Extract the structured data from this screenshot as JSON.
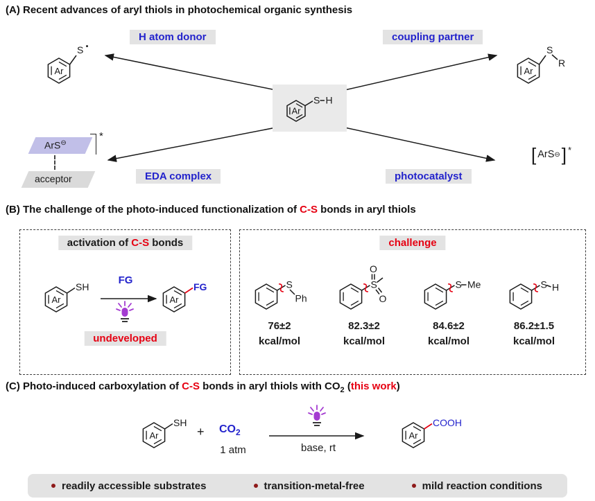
{
  "colors": {
    "accent_blue": "#2323cc",
    "accent_red": "#e60012",
    "lamp_purple": "#a43bd1",
    "bullet_maroon": "#8e1a1a",
    "panel_gray": "#e3e3e3",
    "eda_donor_purple": "#c1bfe8",
    "eda_acceptor_gray": "#dadada"
  },
  "section_a": {
    "title": "(A) Recent advances of aryl thiols in photochemical organic synthesis",
    "arrow_labels": {
      "top_left": "H atom donor",
      "top_right": "coupling partner",
      "bottom_left": "EDA complex",
      "bottom_right": "photocatalyst"
    },
    "thiol": {
      "ring": "Ar",
      "s": "S",
      "h": "H"
    },
    "thiyl": {
      "ring": "Ar",
      "s": "S",
      "dot": "·"
    },
    "thioether": {
      "ring": "Ar",
      "s": "S",
      "r": "R"
    },
    "eda": {
      "donor": "ArS",
      "charge": "⊖",
      "star": "*",
      "acceptor": "acceptor"
    },
    "excited": {
      "open": "[",
      "species": "ArS",
      "charge": "⊖",
      "close": "]",
      "star": "*"
    }
  },
  "section_b": {
    "title": {
      "pre": "(B) The challenge of the photo-induced functionalization of ",
      "red": "C-S",
      "post": " bonds in aryl thiols"
    },
    "activation": {
      "header": {
        "pre": "activation of ",
        "red": "C-S",
        "post": " bonds"
      },
      "reactant": {
        "ring": "Ar",
        "substituent": "SH"
      },
      "reagent": "FG",
      "product": {
        "ring": "Ar",
        "substituent": "FG"
      },
      "status": "undeveloped"
    },
    "challenge": {
      "header": "challenge",
      "items": [
        {
          "s": "S",
          "substituent": "Ph",
          "value": "76±2",
          "unit": "kcal/mol"
        },
        {
          "s": "S",
          "o_top": "O",
          "o_side": "O",
          "value": "82.3±2",
          "unit": "kcal/mol"
        },
        {
          "s": "S",
          "substituent": "Me",
          "value": "84.6±2",
          "unit": "kcal/mol"
        },
        {
          "s": "S",
          "substituent": "H",
          "value": "86.2±1.5",
          "unit": "kcal/mol"
        }
      ]
    }
  },
  "section_c": {
    "title": {
      "p1": "(C) Photo-induced carboxylation of ",
      "red1": "C-S",
      "p2": " bonds in aryl thiols with CO",
      "sub": "2",
      "p3": " (",
      "red2": "this work",
      "p4": ")"
    },
    "reactant": {
      "ring": "Ar",
      "substituent": "SH"
    },
    "plus": "+",
    "co2": {
      "formula": "CO",
      "sub": "2",
      "pressure": "1 atm"
    },
    "conditions": "base, rt",
    "product": {
      "ring": "Ar",
      "substituent": "COOH"
    }
  },
  "footer": {
    "items": [
      "readily accessible substrates",
      "transition-metal-free",
      "mild reaction conditions"
    ]
  }
}
